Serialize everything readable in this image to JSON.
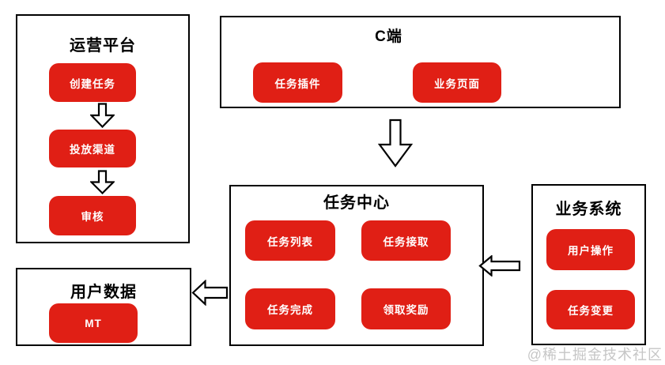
{
  "colors": {
    "node_red": "#e01f15",
    "node_text_white": "#ffffff",
    "box_border_black": "#000000",
    "watermark_gray": "#c6c6c6",
    "background": "#ffffff"
  },
  "boxes": {
    "operations": {
      "title": "运营平台",
      "buttons": [
        "创建任务",
        "投放渠道",
        "审核"
      ]
    },
    "c_end": {
      "title": "C端",
      "buttons": [
        "任务插件",
        "业务页面"
      ]
    },
    "task_center": {
      "title": "任务中心",
      "buttons": [
        "任务列表",
        "任务接取",
        "任务完成",
        "领取奖励"
      ]
    },
    "business_system": {
      "title": "业务系统",
      "buttons": [
        "用户操作",
        "任务变更"
      ]
    },
    "user_data": {
      "title": "用户数据",
      "buttons": [
        "MT"
      ]
    }
  },
  "arrows": [
    {
      "from": "创建任务",
      "to": "投放渠道",
      "direction": "down"
    },
    {
      "from": "投放渠道",
      "to": "审核",
      "direction": "down"
    },
    {
      "from": "C端",
      "to": "任务中心",
      "direction": "down"
    },
    {
      "from": "业务系统",
      "to": "任务中心",
      "direction": "left"
    },
    {
      "from": "任务中心",
      "to": "用户数据",
      "direction": "left"
    }
  ],
  "watermark": "@稀土掘金技术社区"
}
